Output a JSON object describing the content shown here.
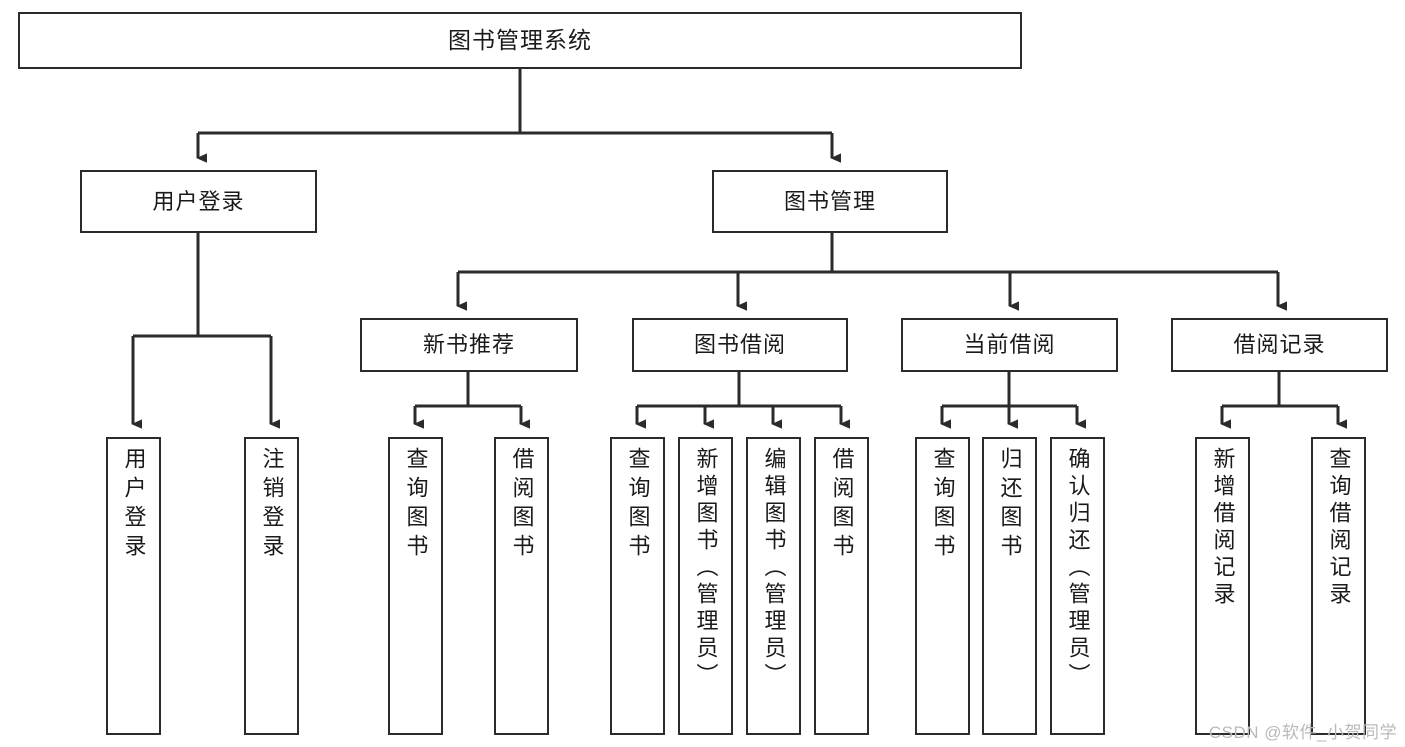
{
  "diagram": {
    "title": "图书管理系统",
    "type": "功能结构图",
    "watermark": "CSDN @软件_小贺同学",
    "colors": {
      "box_border": "#2b2b2b",
      "box_fill": "#ffffff",
      "connector": "#2b2b2b",
      "text": "#1a1a1a",
      "watermark": "#b9b9b9"
    },
    "root": {
      "label": "图书管理系统"
    },
    "level1": [
      {
        "id": "user-login",
        "label": "用户登录"
      },
      {
        "id": "book-management",
        "label": "图书管理"
      }
    ],
    "level2": [
      {
        "id": "new-book-recommend",
        "label": "新书推荐"
      },
      {
        "id": "book-borrow",
        "label": "图书借阅"
      },
      {
        "id": "current-borrow",
        "label": "当前借阅"
      },
      {
        "id": "borrow-record",
        "label": "借阅记录"
      }
    ],
    "leaves": {
      "user_login": [
        {
          "id": "leaf-user-login",
          "label": "用户登录"
        },
        {
          "id": "leaf-logout-login",
          "label": "注销登录"
        }
      ],
      "new_book_recommend": [
        {
          "id": "leaf-query-book-1",
          "label": "查询图书"
        },
        {
          "id": "leaf-borrow-book-1",
          "label": "借阅图书"
        }
      ],
      "book_borrow": [
        {
          "id": "leaf-query-book-2",
          "label": "查询图书"
        },
        {
          "id": "leaf-add-book",
          "label": "新增图书（管理员）"
        },
        {
          "id": "leaf-edit-book",
          "label": "编辑图书（管理员）"
        },
        {
          "id": "leaf-borrow-book-2",
          "label": "借阅图书"
        }
      ],
      "current_borrow": [
        {
          "id": "leaf-query-book-3",
          "label": "查询图书"
        },
        {
          "id": "leaf-return-book",
          "label": "归还图书"
        },
        {
          "id": "leaf-confirm-return",
          "label": "确认归还（管理员）"
        }
      ],
      "borrow_record": [
        {
          "id": "leaf-add-record",
          "label": "新增借阅记录"
        },
        {
          "id": "leaf-query-record",
          "label": "查询借阅记录"
        }
      ]
    }
  }
}
